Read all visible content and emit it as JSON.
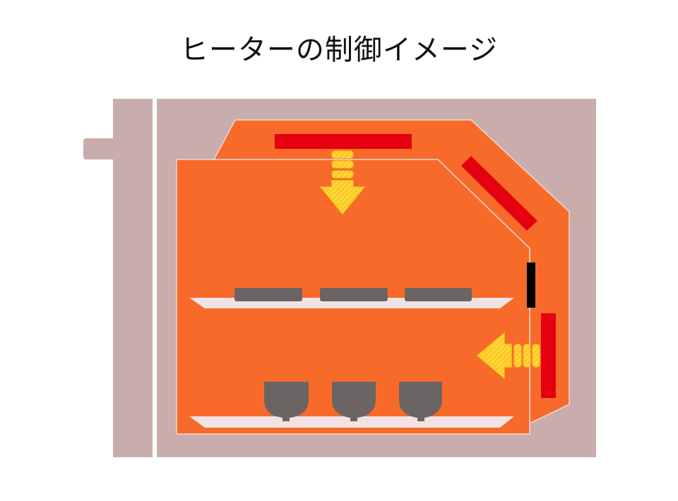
{
  "title": "ヒーターの制御イメージ",
  "colors": {
    "background": "#ffffff",
    "cabinet": "#c9acac",
    "chamber": "#f86a29",
    "chamber_outline": "#f3d8d2",
    "heater": "#e5000f",
    "sensor": "#000000",
    "shelf": "#f1e3e3",
    "food": "#6b6464",
    "heat_arrow": "#fbcb1e",
    "heat_arrow_outline": "#ffe98a"
  },
  "components": {
    "heaters": [
      "top-heater",
      "upper-corner-heater",
      "side-heater"
    ],
    "sensor": "temperature-sensor",
    "shelves": [
      "upper-shelf",
      "lower-shelf"
    ],
    "food_items": {
      "upper_shelf": [
        "food-tray",
        "food-tray",
        "food-tray"
      ],
      "lower_shelf": [
        "food-bowl",
        "food-bowl",
        "food-bowl"
      ]
    },
    "heat_flows": [
      "downward-heat-arrow",
      "leftward-heat-arrow"
    ]
  }
}
